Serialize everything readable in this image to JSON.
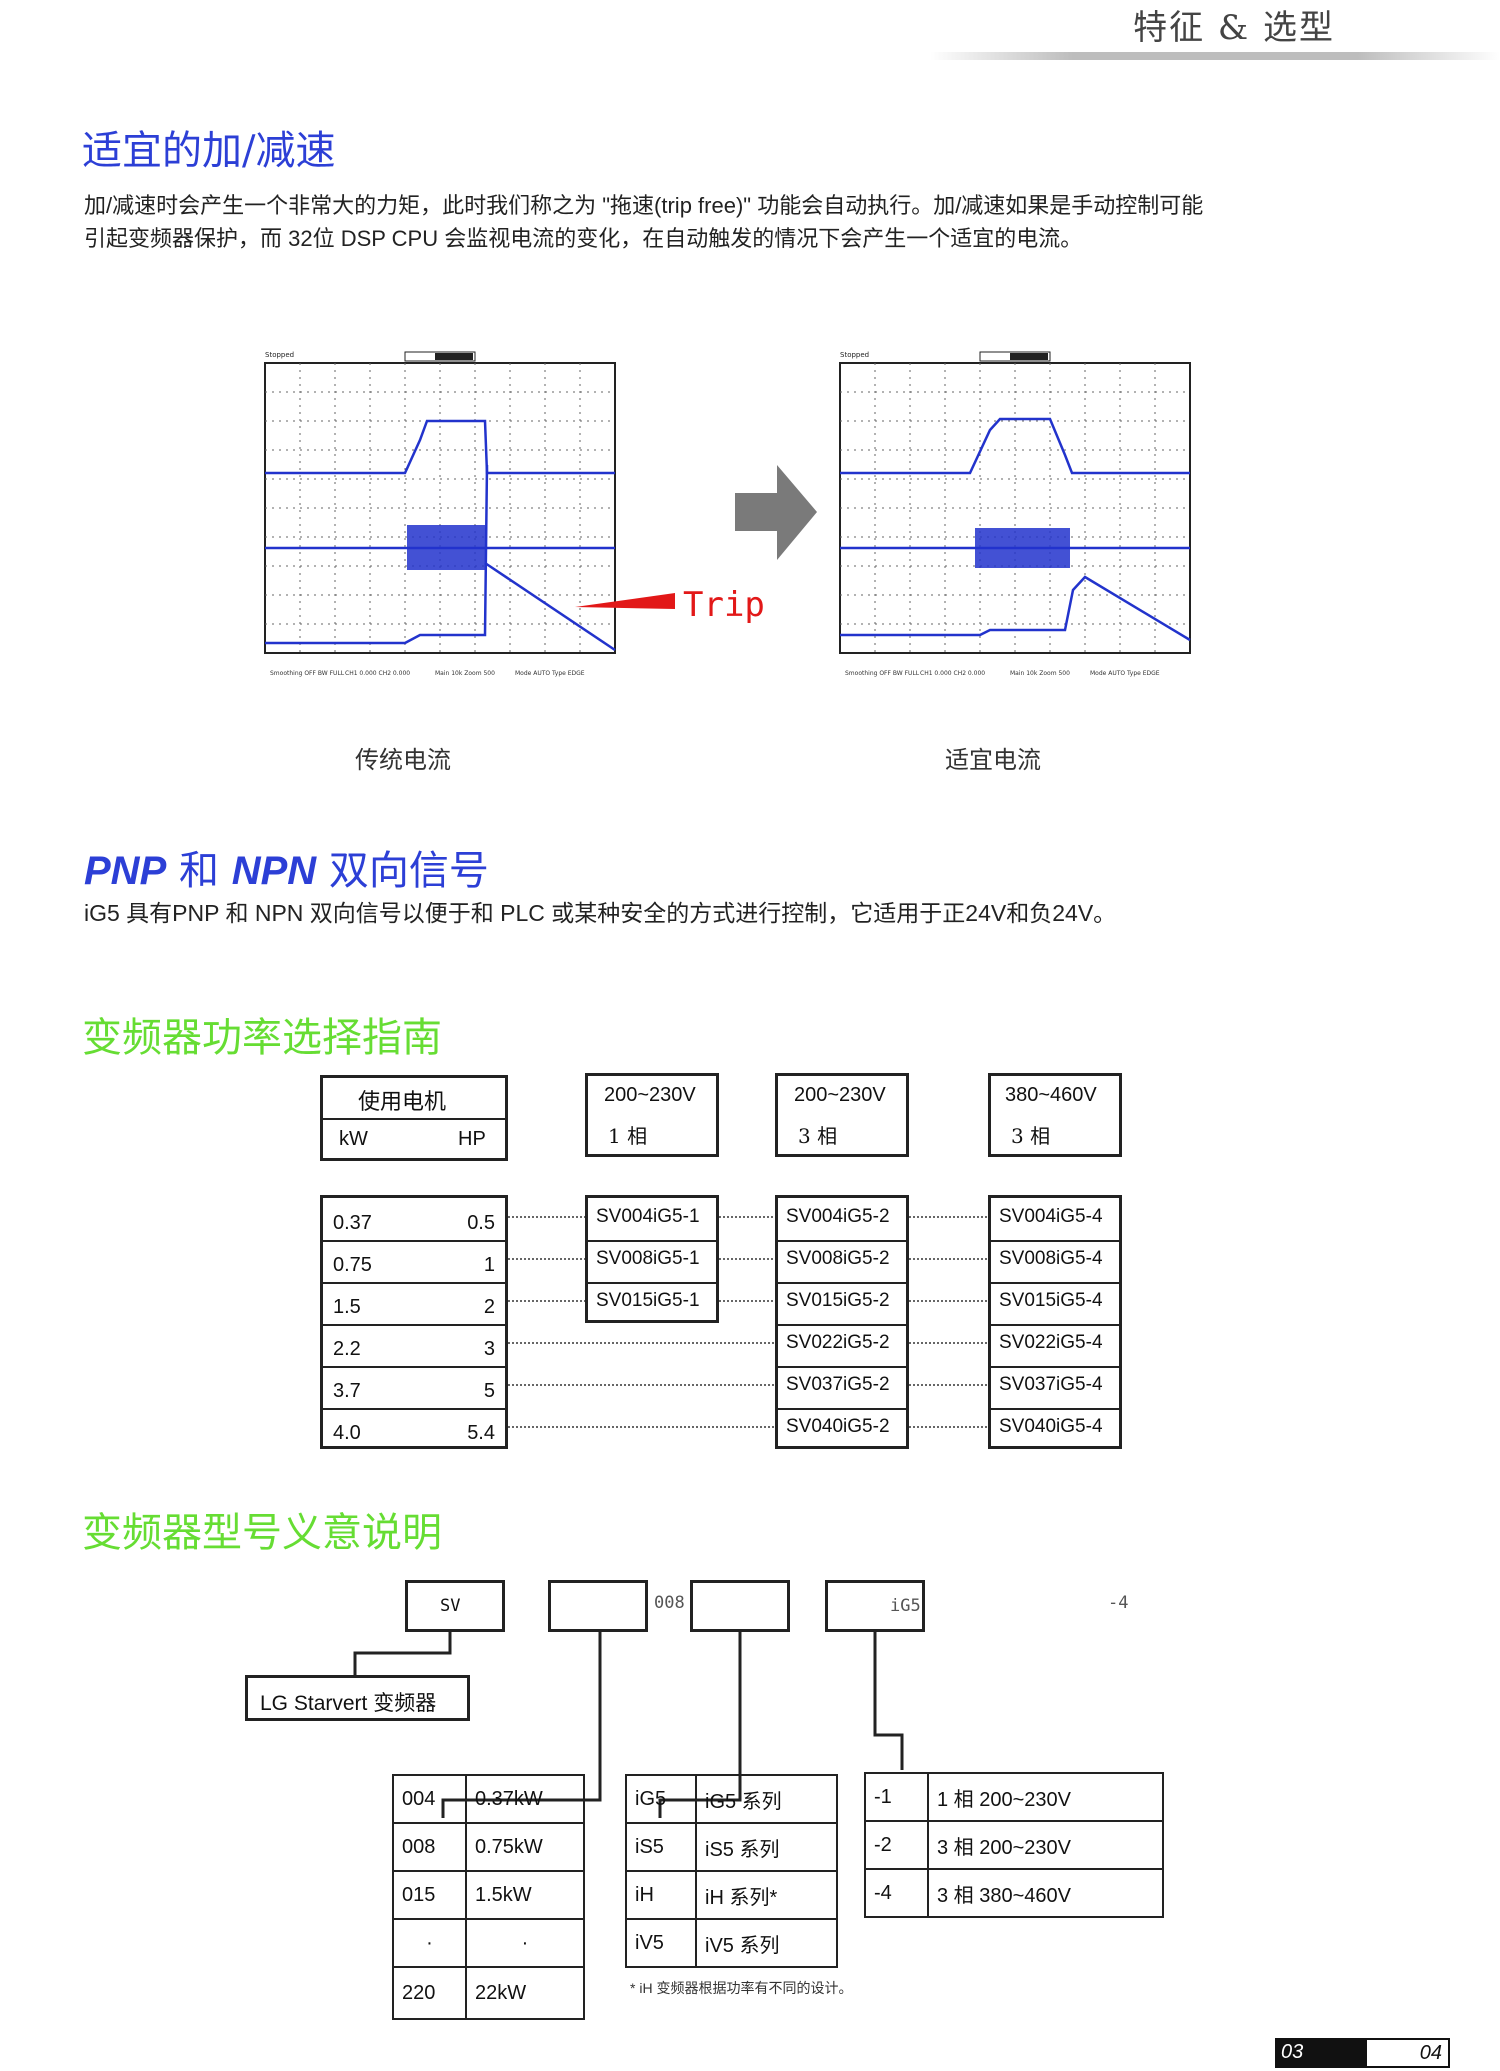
{
  "header": {
    "title": "特征 & 选型"
  },
  "section1": {
    "title": "适宜的加/减速",
    "paragraph_line1": "加/减速时会产生一个非常大的力矩，此时我们称之为 \"拖速(trip free)\" 功能会自动执行。加/减速如果是手动控制可能",
    "paragraph_line2": "引起变频器保护，而 32位 DSP CPU 会监视电流的变化，在自动触发的情况下会产生一个适宜的电流。",
    "trip_label": "Trip",
    "caption_left": "传统电流",
    "caption_right": "适宜电流"
  },
  "section2": {
    "title_pnp": "PNP",
    "title_and": " 和 ",
    "title_npn": "NPN",
    "title_rest": " 双向信号",
    "paragraph": "iG5 具有PNP 和 NPN 双向信号以便于和 PLC 或某种安全的方式进行控制，它适用于正24V和负24V。"
  },
  "section3": {
    "title": "变频器功率选择指南",
    "motor_header": "使用电机",
    "kw_label": "kW",
    "hp_label": "HP",
    "col1_voltage": "200~230V",
    "col1_phase": "1  相",
    "col2_voltage": "200~230V",
    "col2_phase": "3  相",
    "col3_voltage": "380~460V",
    "col3_phase": "3  相",
    "rows": [
      {
        "kw": "0.37",
        "hp": "0.5"
      },
      {
        "kw": "0.75",
        "hp": "1"
      },
      {
        "kw": "1.5",
        "hp": "2"
      },
      {
        "kw": "2.2",
        "hp": "3"
      },
      {
        "kw": "3.7",
        "hp": "5"
      },
      {
        "kw": "4.0",
        "hp": "5.4"
      }
    ],
    "models_1ph": [
      "SV004iG5-1",
      "SV008iG5-1",
      "SV015iG5-1"
    ],
    "models_3ph_200": [
      "SV004iG5-2",
      "SV008iG5-2",
      "SV015iG5-2",
      "SV022iG5-2",
      "SV037iG5-2",
      "SV040iG5-2"
    ],
    "models_3ph_400": [
      "SV004iG5-4",
      "SV008iG5-4",
      "SV015iG5-4",
      "SV022iG5-4",
      "SV037iG5-4",
      "SV040iG5-4"
    ]
  },
  "section4": {
    "title": "变频器型号义意说明",
    "box_sv": "SV",
    "box_008": "008",
    "box_ig5": "iG5",
    "suffix": "-4",
    "brand": "LG Starvert 变频器",
    "capacity": [
      {
        "code": "004",
        "value": "0.37kW"
      },
      {
        "code": "008",
        "value": "0.75kW"
      },
      {
        "code": "015",
        "value": "1.5kW"
      },
      {
        "code": "·",
        "value": "·"
      },
      {
        "code": "220",
        "value": "22kW"
      }
    ],
    "series": [
      {
        "code": "iG5",
        "value": "iG5 系列"
      },
      {
        "code": "iS5",
        "value": "iS5 系列"
      },
      {
        "code": "iH",
        "value": "iH 系列*"
      },
      {
        "code": "iV5",
        "value": "iV5 系列"
      }
    ],
    "series_note": "* iH 变频器根据功率有不同的设计。",
    "voltage": [
      {
        "code": "-1",
        "value": "1 相 200~230V"
      },
      {
        "code": "-2",
        "value": "3 相 200~230V"
      },
      {
        "code": "-4",
        "value": "3 相 380~460V"
      }
    ]
  },
  "footer": {
    "page_left": "03",
    "page_right": "04"
  }
}
